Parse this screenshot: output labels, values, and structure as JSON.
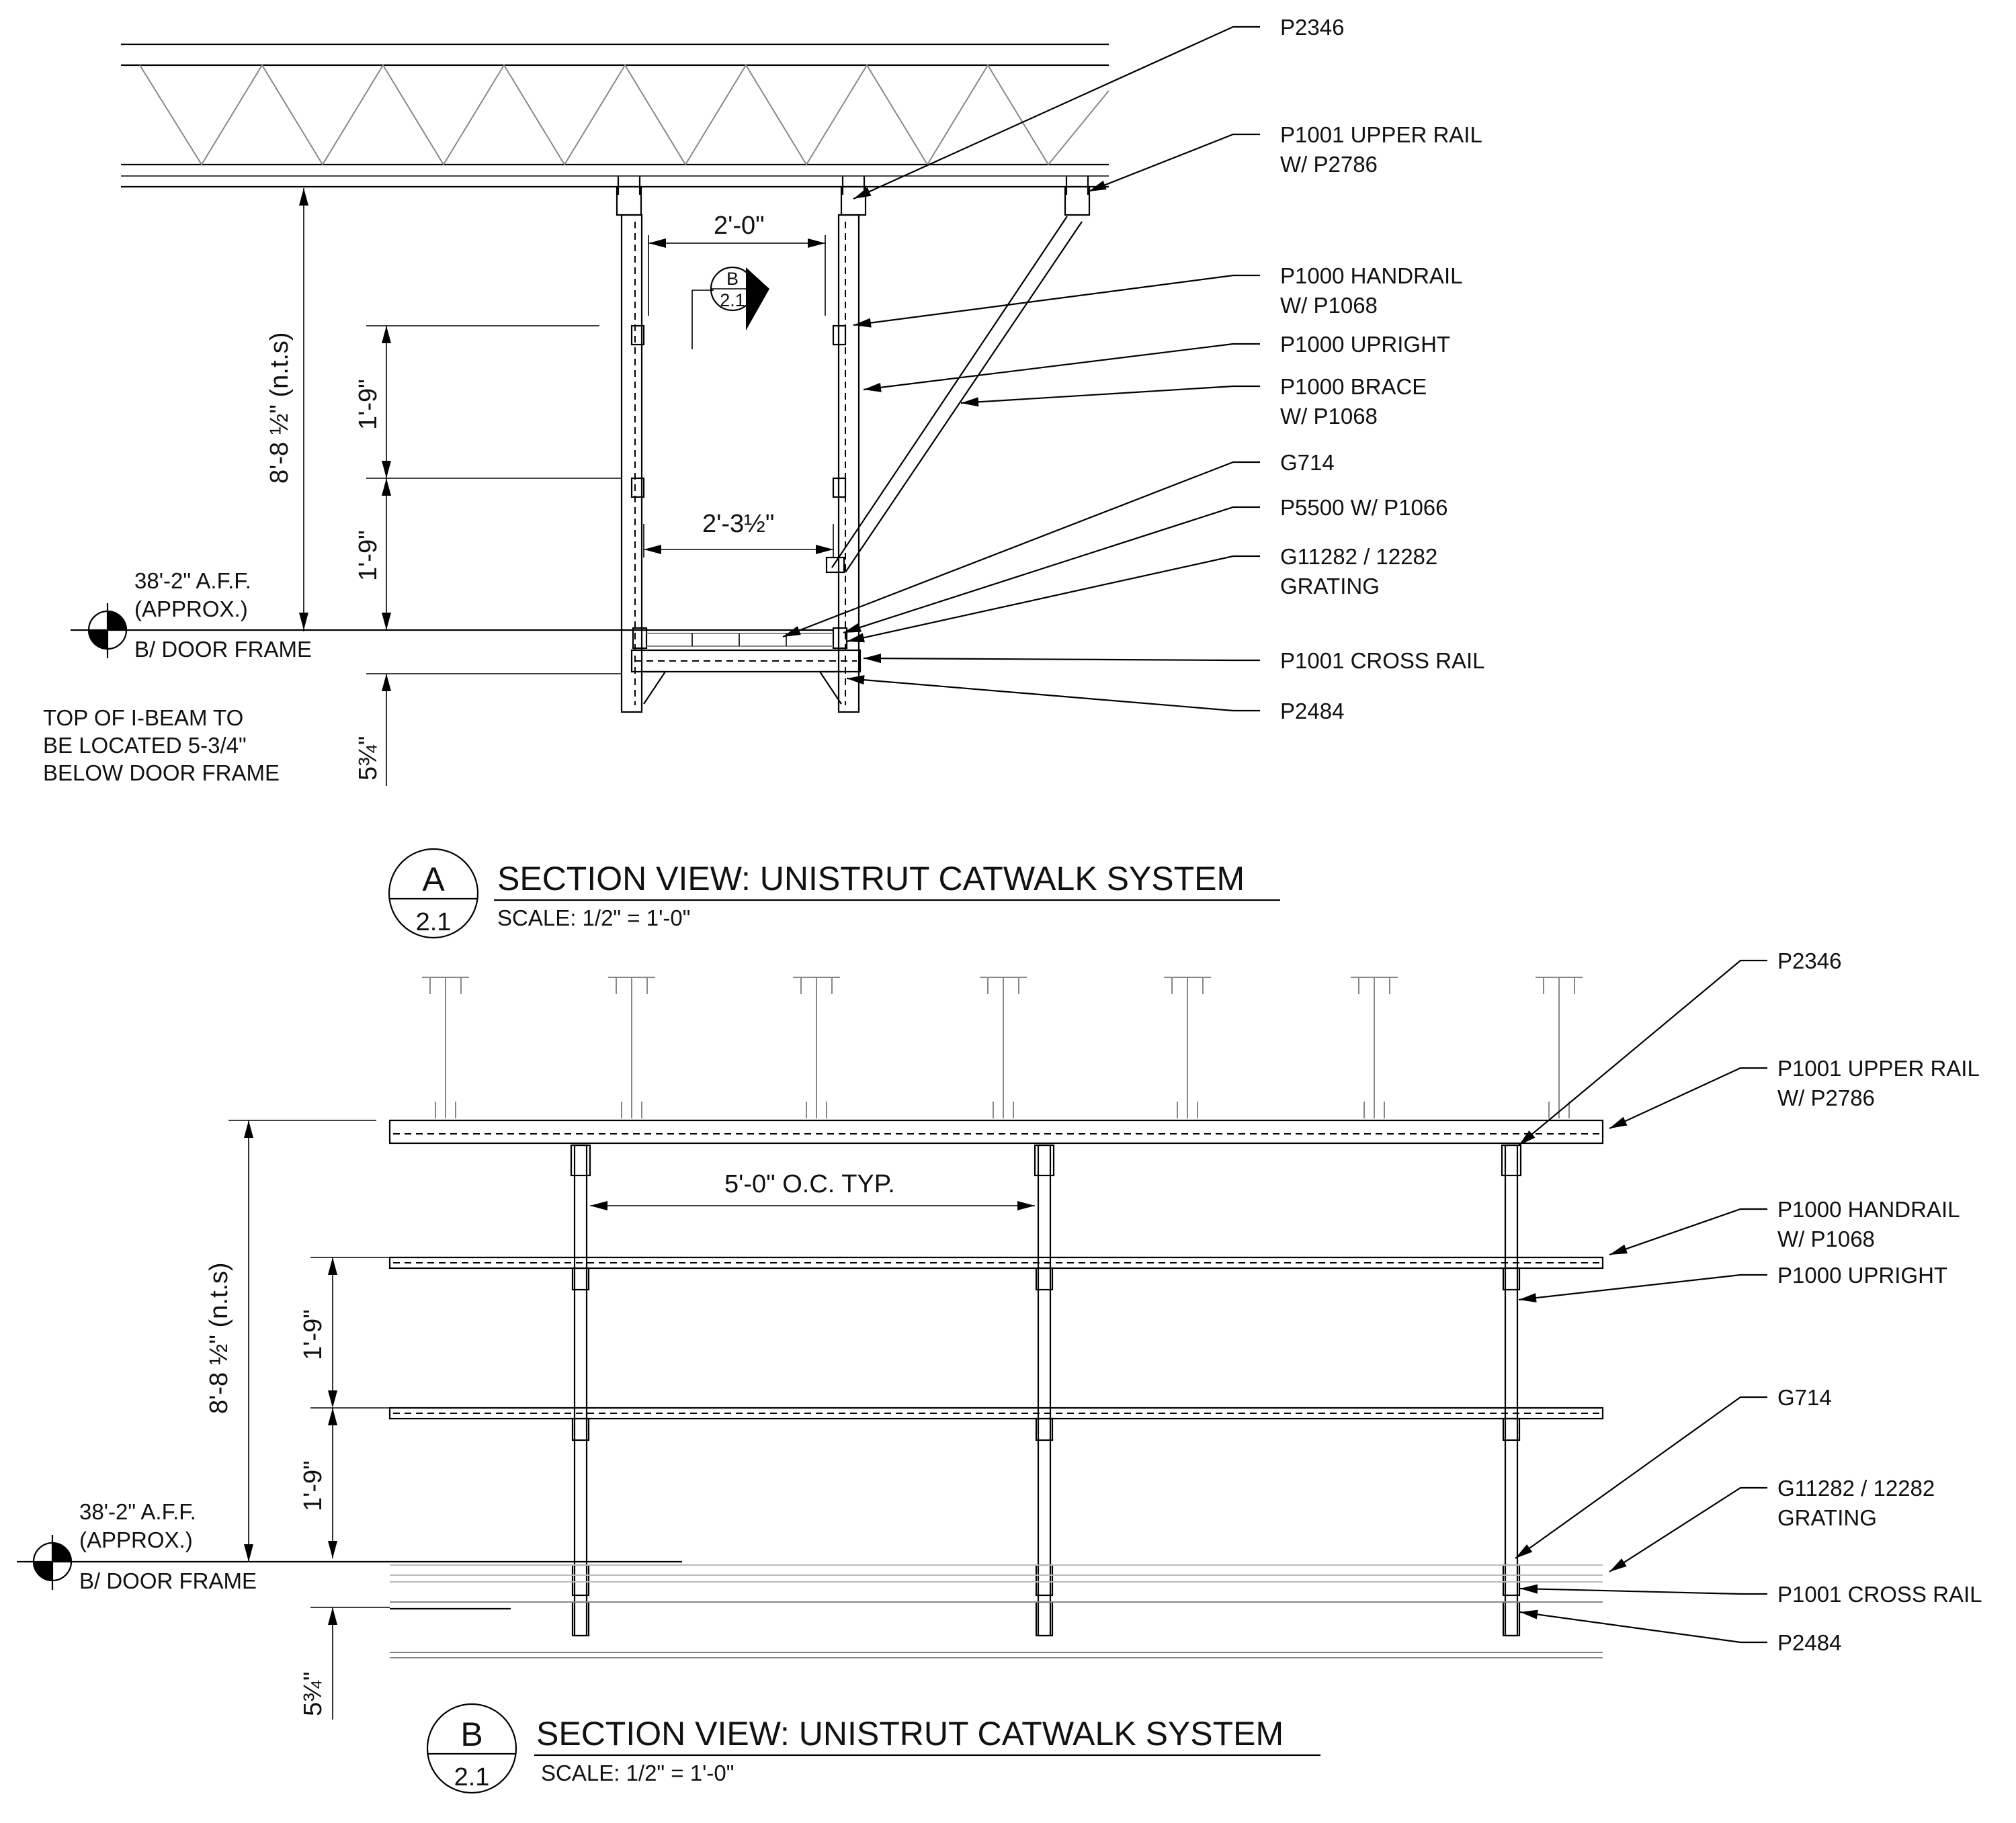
{
  "section_a": {
    "title": "SECTION VIEW: UNISTRUT CATWALK SYSTEM",
    "scale": "SCALE: 1/2\" = 1'-0\"",
    "bubble_letter": "A",
    "bubble_sheet": "2.1",
    "section_cut_letter": "B",
    "section_cut_sheet": "2.1",
    "dims": {
      "width_top": "2'-0\"",
      "width_bottom": "2'-3½\"",
      "overall_height": "8'-8 ½\" (n.t.s)",
      "rail_spacing_1": "1'-9\"",
      "rail_spacing_2": "1'-9\"",
      "drop": "5¾\""
    },
    "elevation": {
      "line1": "38'-2\" A.F.F.",
      "line2": "(APPROX.)",
      "line3": "B/ DOOR FRAME"
    },
    "note": [
      "TOP OF I-BEAM TO",
      "BE LOCATED 5-3/4\"",
      "BELOW DOOR FRAME"
    ],
    "callouts": [
      [
        "P2346"
      ],
      [
        "P1001 UPPER RAIL",
        "W/ P2786"
      ],
      [
        "P1000 HANDRAIL",
        "W/ P1068"
      ],
      [
        "P1000 UPRIGHT"
      ],
      [
        "P1000 BRACE",
        "W/ P1068"
      ],
      [
        "G714"
      ],
      [
        "P5500 W/ P1066"
      ],
      [
        "G11282 / 12282",
        "GRATING"
      ],
      [
        "P1001 CROSS RAIL"
      ],
      [
        "P2484"
      ]
    ]
  },
  "section_b": {
    "title": "SECTION VIEW: UNISTRUT CATWALK SYSTEM",
    "scale": "SCALE: 1/2\" = 1'-0\"",
    "bubble_letter": "B",
    "bubble_sheet": "2.1",
    "dims": {
      "spacing": "5'-0\" O.C. TYP.",
      "overall_height": "8'-8 ½\" (n.t.s)",
      "rail_spacing_1": "1'-9\"",
      "rail_spacing_2": "1'-9\"",
      "drop": "5¾\""
    },
    "elevation": {
      "line1": "38'-2\" A.F.F.",
      "line2": "(APPROX.)",
      "line3": "B/ DOOR FRAME"
    },
    "callouts": [
      [
        "P2346"
      ],
      [
        "P1001 UPPER RAIL",
        "W/ P2786"
      ],
      [
        "P1000 HANDRAIL",
        "W/ P1068"
      ],
      [
        "P1000 UPRIGHT"
      ],
      [
        "G714"
      ],
      [
        "G11282 / 12282",
        "GRATING"
      ],
      [
        "P1001 CROSS RAIL"
      ],
      [
        "P2484"
      ]
    ]
  }
}
